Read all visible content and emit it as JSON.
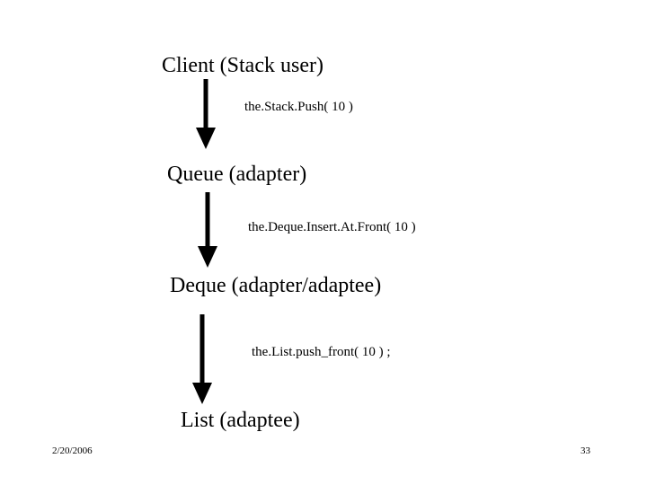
{
  "slide": {
    "blocks": [
      {
        "title": "Client (Stack user)",
        "code": "the.Stack.Push( 10 )"
      },
      {
        "title": "Queue (adapter)",
        "code": "the.Deque.Insert.At.Front( 10 )"
      },
      {
        "title": "Deque (adapter/adaptee)",
        "code": "the.List.push_front( 10 ) ;"
      },
      {
        "title": "List (adaptee)",
        "code": ""
      }
    ],
    "arrows": [
      {
        "name": "arrow-client-to-queue"
      },
      {
        "name": "arrow-queue-to-deque"
      },
      {
        "name": "arrow-deque-to-list"
      }
    ],
    "footer": {
      "date": "2/20/2006",
      "page_number": "33"
    },
    "colors": {
      "text": "#000000",
      "background": "#ffffff"
    }
  }
}
